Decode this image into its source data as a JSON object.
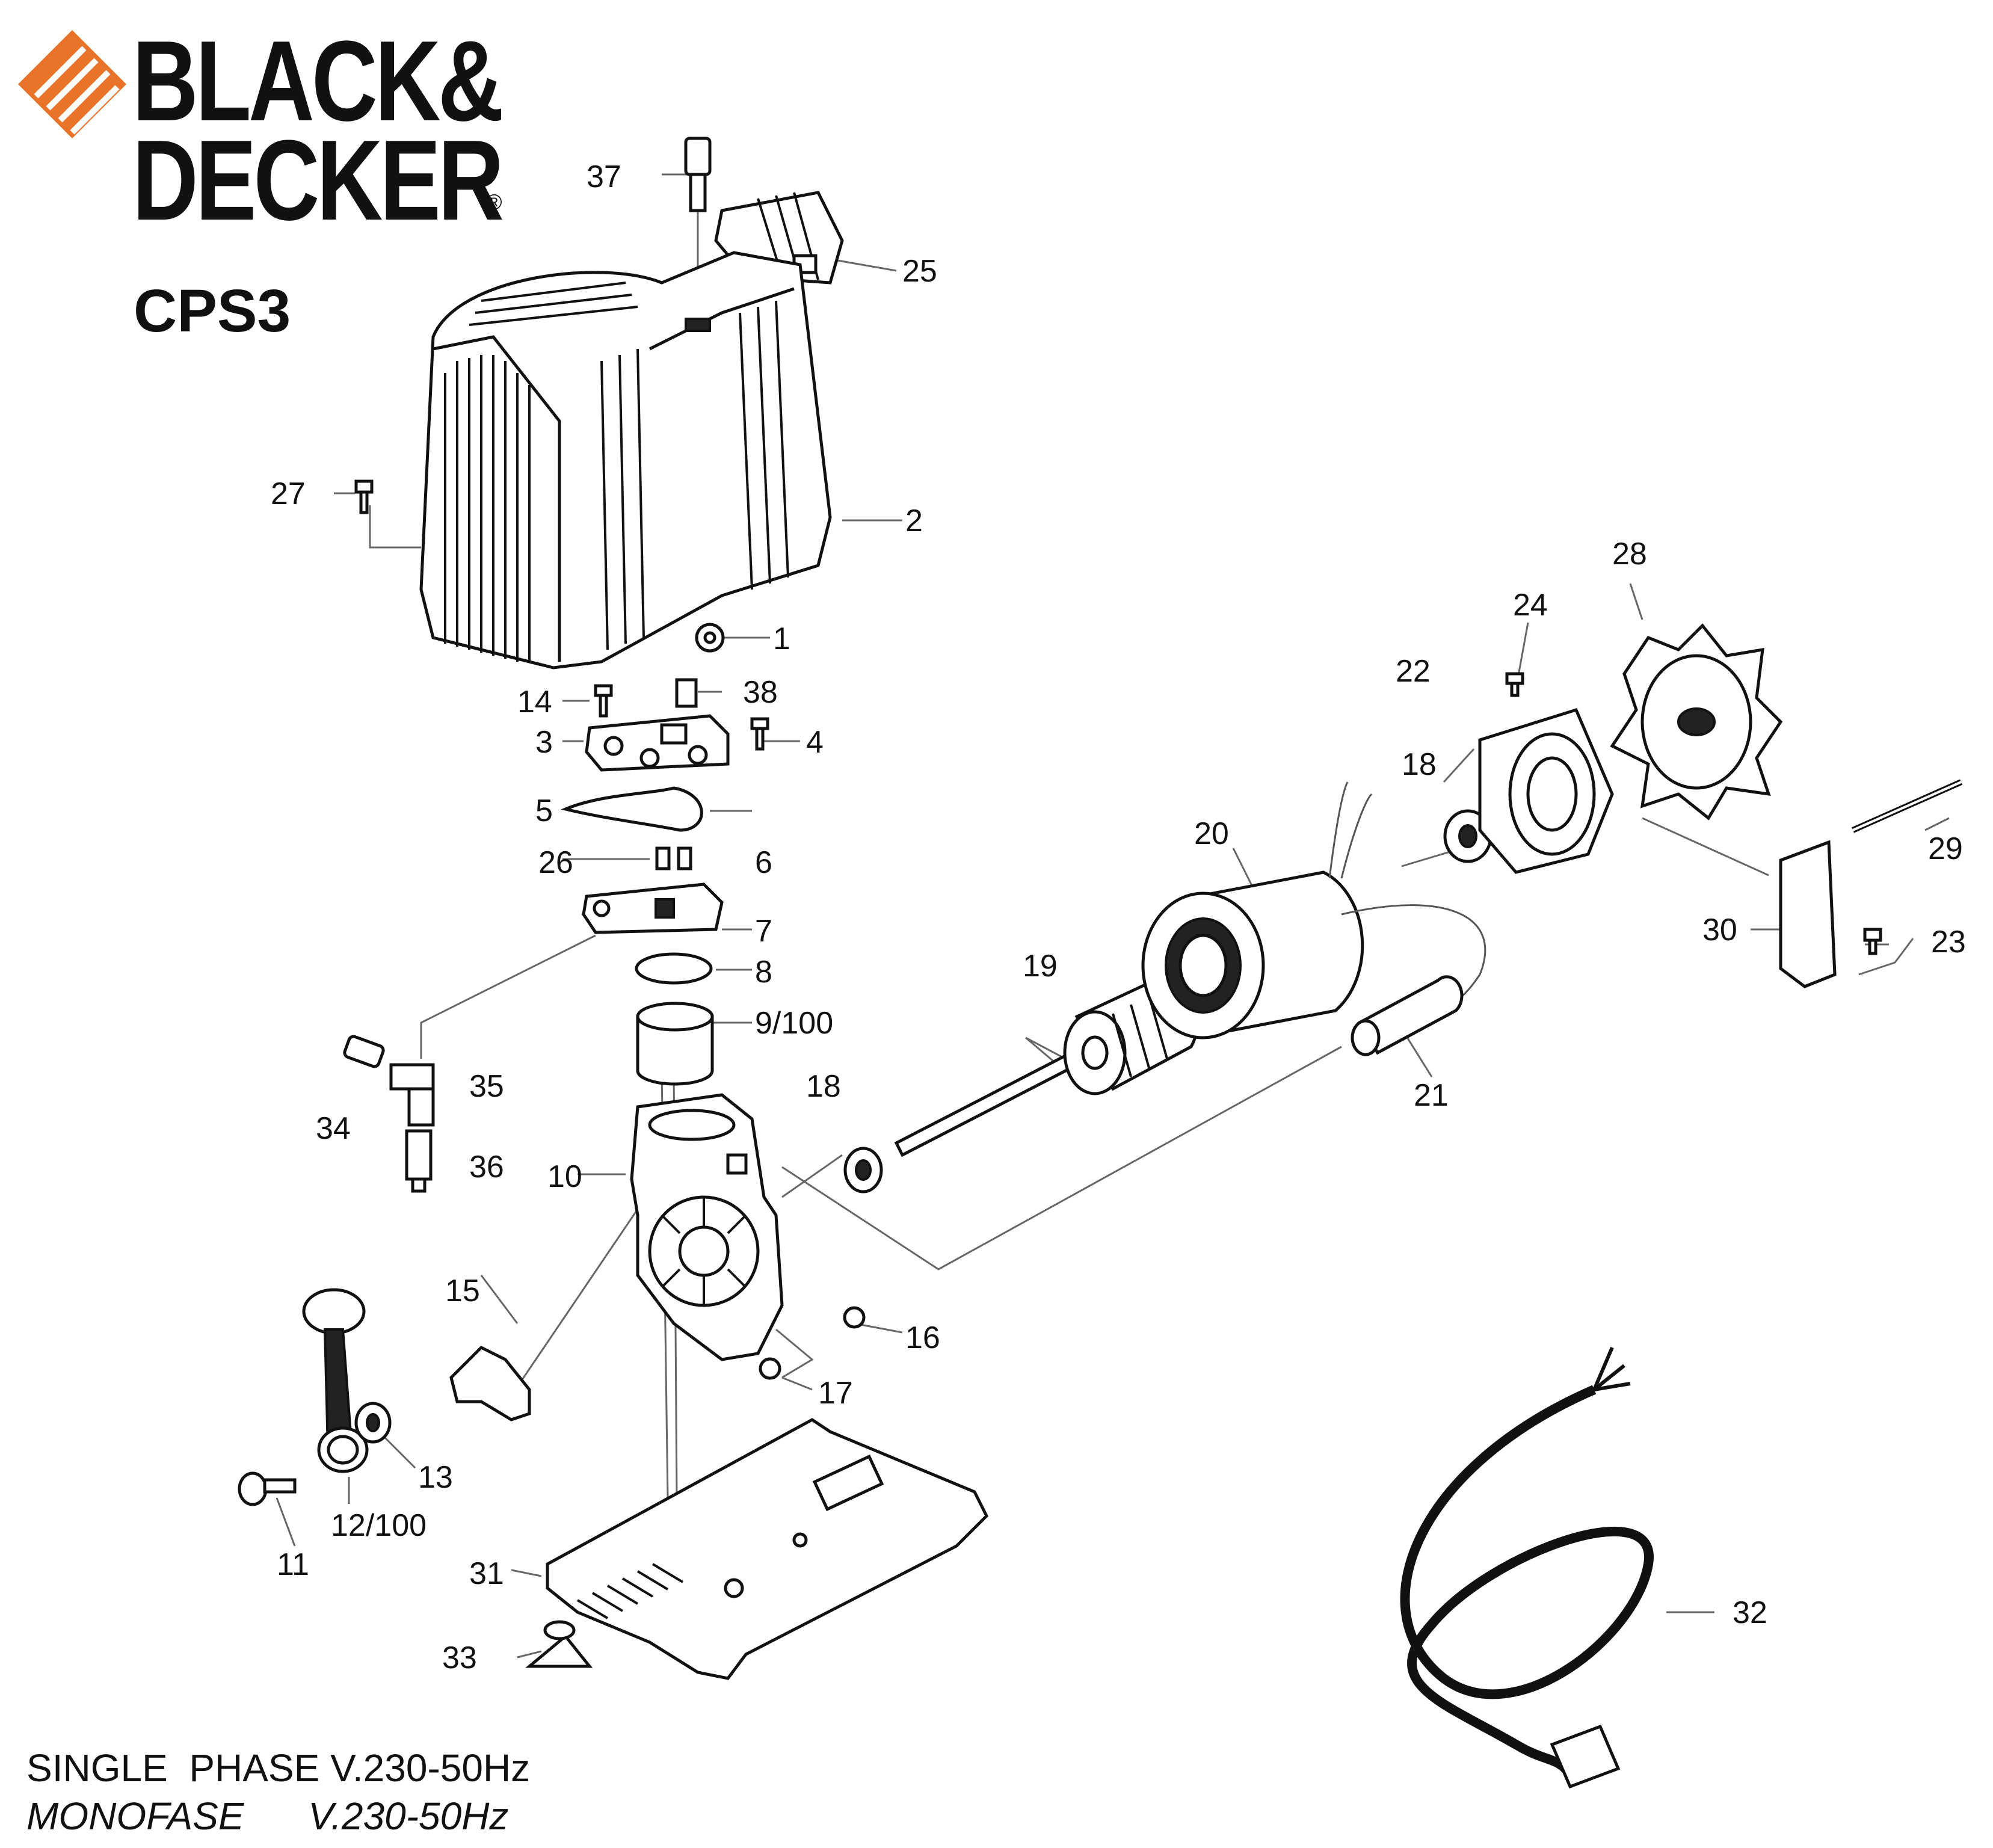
{
  "brand": {
    "line1": "BLACK&",
    "line2": "DECKER",
    "registered": "®",
    "logo_color": "#e8742a"
  },
  "model": "CPS3",
  "callouts": [
    {
      "id": "37",
      "label": "37"
    },
    {
      "id": "25",
      "label": "25"
    },
    {
      "id": "27",
      "label": "27"
    },
    {
      "id": "2",
      "label": "2"
    },
    {
      "id": "1",
      "label": "1"
    },
    {
      "id": "14",
      "label": "14"
    },
    {
      "id": "38",
      "label": "38"
    },
    {
      "id": "3",
      "label": "3"
    },
    {
      "id": "4",
      "label": "4"
    },
    {
      "id": "5",
      "label": "5"
    },
    {
      "id": "26",
      "label": "26"
    },
    {
      "id": "6",
      "label": "6"
    },
    {
      "id": "7",
      "label": "7"
    },
    {
      "id": "8",
      "label": "8"
    },
    {
      "id": "9",
      "label": "9/100"
    },
    {
      "id": "35",
      "label": "35"
    },
    {
      "id": "34",
      "label": "34"
    },
    {
      "id": "36",
      "label": "36"
    },
    {
      "id": "10",
      "label": "10"
    },
    {
      "id": "18a",
      "label": "18"
    },
    {
      "id": "19",
      "label": "19"
    },
    {
      "id": "20",
      "label": "20"
    },
    {
      "id": "21",
      "label": "21"
    },
    {
      "id": "18b",
      "label": "18"
    },
    {
      "id": "22",
      "label": "22"
    },
    {
      "id": "24",
      "label": "24"
    },
    {
      "id": "28",
      "label": "28"
    },
    {
      "id": "29",
      "label": "29"
    },
    {
      "id": "30",
      "label": "30"
    },
    {
      "id": "23",
      "label": "23"
    },
    {
      "id": "15",
      "label": "15"
    },
    {
      "id": "16",
      "label": "16"
    },
    {
      "id": "17",
      "label": "17"
    },
    {
      "id": "13",
      "label": "13"
    },
    {
      "id": "12",
      "label": "12/100"
    },
    {
      "id": "11",
      "label": "11"
    },
    {
      "id": "31",
      "label": "31"
    },
    {
      "id": "33",
      "label": "33"
    },
    {
      "id": "32",
      "label": "32"
    }
  ],
  "footer": {
    "line1": "SINGLE  PHASE V.230-50Hz",
    "line2": "MONOFASE      V.230-50Hz"
  }
}
